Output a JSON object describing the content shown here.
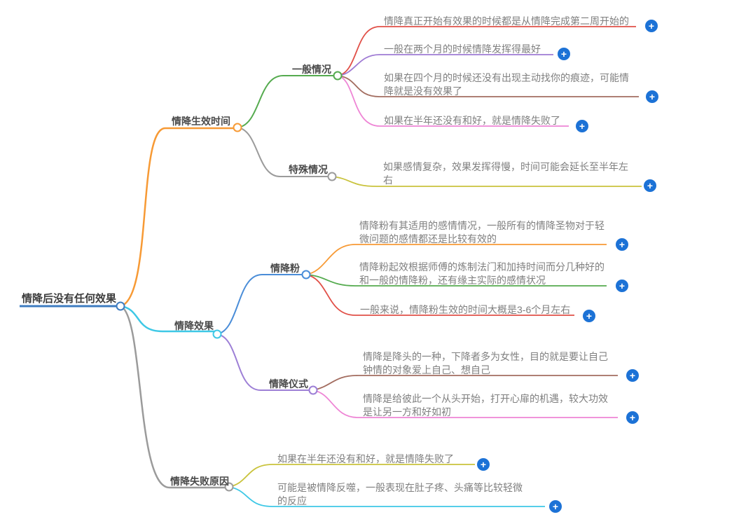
{
  "map": {
    "root": {
      "label": "情降后没有任何效果"
    },
    "branches": [
      {
        "label": "情降生效时间",
        "children": [
          {
            "label": "一般情况",
            "leaves": [
              {
                "lines": [
                  "情降真正开始有效果的时候都是从情降完成第二周开始的"
                ]
              },
              {
                "lines": [
                  "一般在两个月的时候情降发挥得最好"
                ]
              },
              {
                "lines": [
                  "如果在四个月的时候还没有出现主动找你的痕迹，可能情",
                  "降就是没有效果了"
                ]
              },
              {
                "lines": [
                  "如果在半年还没有和好，就是情降失败了"
                ]
              }
            ]
          },
          {
            "label": "特殊情况",
            "leaves": [
              {
                "lines": [
                  "如果感情复杂，效果发挥得慢，时间可能会延长至半年左",
                  "右"
                ]
              }
            ]
          }
        ]
      },
      {
        "label": "情降效果",
        "children": [
          {
            "label": "情降粉",
            "leaves": [
              {
                "lines": [
                  "情降粉有其适用的感情情况，一般所有的情降圣物对于轻",
                  "微问题的感情都还是比较有效的"
                ]
              },
              {
                "lines": [
                  "情降粉起效根据师傅的炼制法门和加持时间而分几种好的",
                  "和一般的情降粉，还有缘主实际的感情状况"
                ]
              },
              {
                "lines": [
                  "一般来说，情降粉生效的时间大概是3-6个月左右"
                ]
              }
            ]
          },
          {
            "label": "情降仪式",
            "leaves": [
              {
                "lines": [
                  "情降是降头的一种，下降者多为女性，目的就是要让自己",
                  "钟情的对象爱上自己、想自己"
                ]
              },
              {
                "lines": [
                  "情降是给彼此一个从头开始，打开心扉的机遇，较大功效",
                  "是让另一方和好如初"
                ]
              }
            ]
          }
        ]
      },
      {
        "label": "情降失败原因",
        "leaves": [
          {
            "lines": [
              "如果在半年还没有和好，就是情降失败了"
            ]
          },
          {
            "lines": [
              "可能是被情降反噬，一般表现在肚子疼、头痛等比较轻微",
              "的反应"
            ]
          }
        ]
      }
    ]
  },
  "icons": {
    "plus": "+"
  },
  "palette": {
    "root_blue": "#3e7cc0",
    "orange": "#f79a35",
    "green": "#55ab4f",
    "gray": "#9b9b9b",
    "red": "#e15048",
    "violet": "#9f7bd4",
    "brown": "#a36d60",
    "pink": "#ee85d5",
    "olive": "#c9c33c",
    "cyan": "#3ec8e6",
    "blue": "#4a8dd8",
    "purple": "#9d7fd6",
    "plus_blue": "#1c72d6",
    "node_fill": "#ffffff"
  }
}
